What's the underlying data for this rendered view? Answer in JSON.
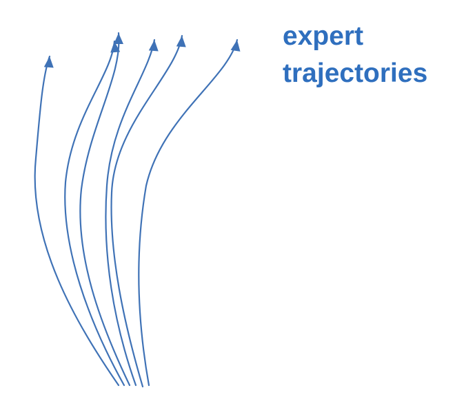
{
  "label": {
    "line1": "expert",
    "line2": "trajectories"
  },
  "colors": {
    "trajectory": "#3f72b6",
    "label": "#2f6fbe",
    "background": "#ffffff"
  },
  "trajectories": {
    "count": 6,
    "direction": "upward",
    "arrowheads": "end"
  }
}
